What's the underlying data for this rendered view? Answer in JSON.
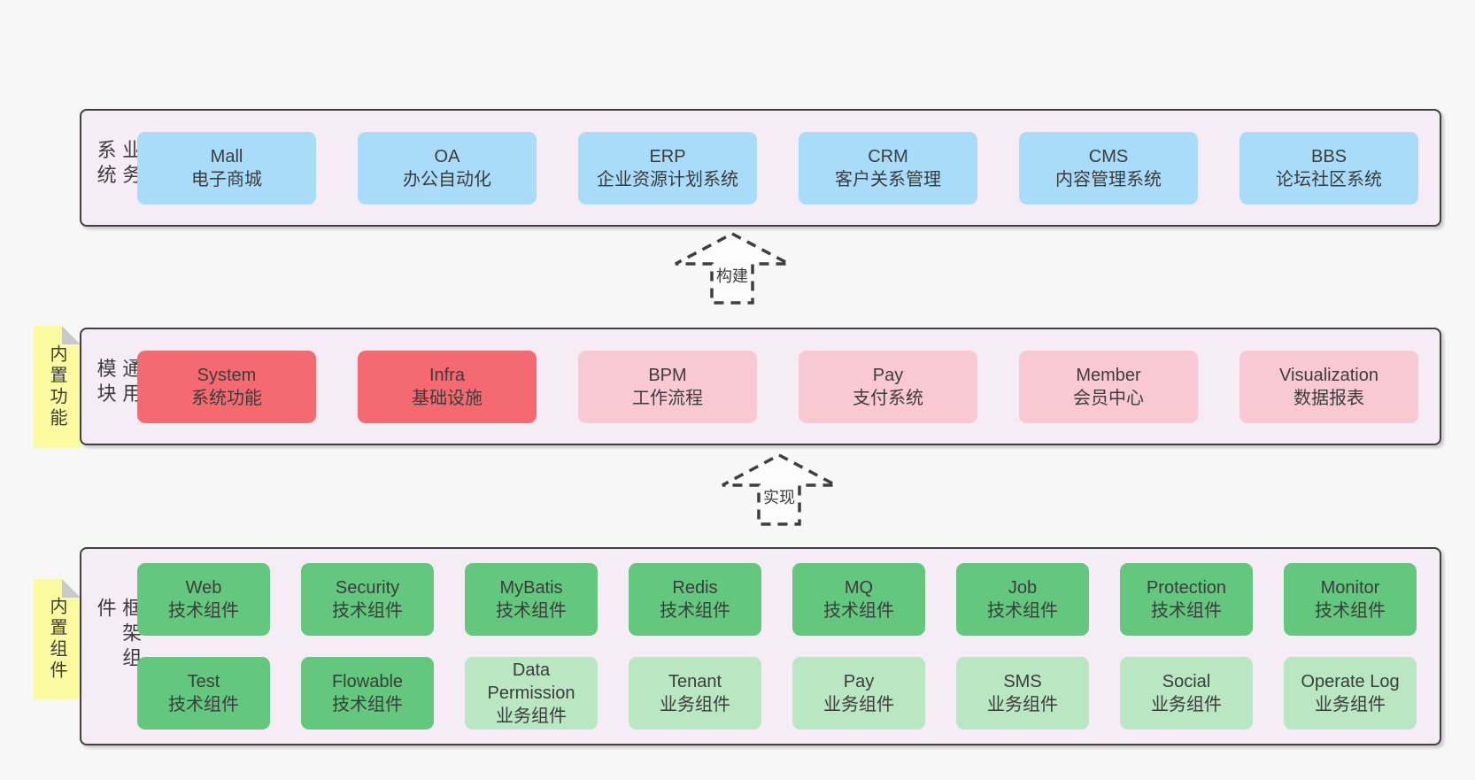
{
  "page": {
    "background": "#f7f7f7"
  },
  "colors": {
    "container_bg": "#f6ecf5",
    "container_border": "#404040",
    "text": "#3c3c3c",
    "note_bg": "#fafa9e",
    "note_fold": "#c9c9c9",
    "variants": {
      "blue": "#a9dcf8",
      "red": "#f56a70",
      "pink": "#f9c9d3",
      "green": "#63c87e",
      "lightgreen": "#b9e7c2"
    }
  },
  "arrows": [
    {
      "label": "构建"
    },
    {
      "label": "实现"
    }
  ],
  "layers": [
    {
      "id": "business-systems",
      "side_label": "业务系统",
      "note": null,
      "box_width": "wide",
      "rows": [
        [
          {
            "title": "Mall",
            "subtitle": "电子商城",
            "variant": "blue"
          },
          {
            "title": "OA",
            "subtitle": "办公自动化",
            "variant": "blue"
          },
          {
            "title": "ERP",
            "subtitle": "企业资源计划系统",
            "variant": "blue"
          },
          {
            "title": "CRM",
            "subtitle": "客户关系管理",
            "variant": "blue"
          },
          {
            "title": "CMS",
            "subtitle": "内容管理系统",
            "variant": "blue"
          },
          {
            "title": "BBS",
            "subtitle": "论坛社区系统",
            "variant": "blue"
          }
        ]
      ]
    },
    {
      "id": "common-modules",
      "side_label": "通用模块",
      "note": "内置功能",
      "box_width": "wide",
      "rows": [
        [
          {
            "title": "System",
            "subtitle": "系统功能",
            "variant": "red"
          },
          {
            "title": "Infra",
            "subtitle": "基础设施",
            "variant": "red"
          },
          {
            "title": "BPM",
            "subtitle": "工作流程",
            "variant": "pink"
          },
          {
            "title": "Pay",
            "subtitle": "支付系统",
            "variant": "pink"
          },
          {
            "title": "Member",
            "subtitle": "会员中心",
            "variant": "pink"
          },
          {
            "title": "Visualization",
            "subtitle": "数据报表",
            "variant": "pink"
          }
        ]
      ]
    },
    {
      "id": "framework-components",
      "side_label": "框架组件",
      "note": "内置组件",
      "box_width": "narrow",
      "rows": [
        [
          {
            "title": "Web",
            "subtitle": "技术组件",
            "variant": "green"
          },
          {
            "title": "Security",
            "subtitle": "技术组件",
            "variant": "green"
          },
          {
            "title": "MyBatis",
            "subtitle": "技术组件",
            "variant": "green"
          },
          {
            "title": "Redis",
            "subtitle": "技术组件",
            "variant": "green"
          },
          {
            "title": "MQ",
            "subtitle": "技术组件",
            "variant": "green"
          },
          {
            "title": "Job",
            "subtitle": "技术组件",
            "variant": "green"
          },
          {
            "title": "Protection",
            "subtitle": "技术组件",
            "variant": "green"
          },
          {
            "title": "Monitor",
            "subtitle": "技术组件",
            "variant": "green"
          }
        ],
        [
          {
            "title": "Test",
            "subtitle": "技术组件",
            "variant": "green"
          },
          {
            "title": "Flowable",
            "subtitle": "技术组件",
            "variant": "green"
          },
          {
            "title": "Data Permission",
            "subtitle": "业务组件",
            "variant": "lightgreen"
          },
          {
            "title": "Tenant",
            "subtitle": "业务组件",
            "variant": "lightgreen"
          },
          {
            "title": "Pay",
            "subtitle": "业务组件",
            "variant": "lightgreen"
          },
          {
            "title": "SMS",
            "subtitle": "业务组件",
            "variant": "lightgreen"
          },
          {
            "title": "Social",
            "subtitle": "业务组件",
            "variant": "lightgreen"
          },
          {
            "title": "Operate Log",
            "subtitle": "业务组件",
            "variant": "lightgreen"
          }
        ]
      ]
    }
  ]
}
